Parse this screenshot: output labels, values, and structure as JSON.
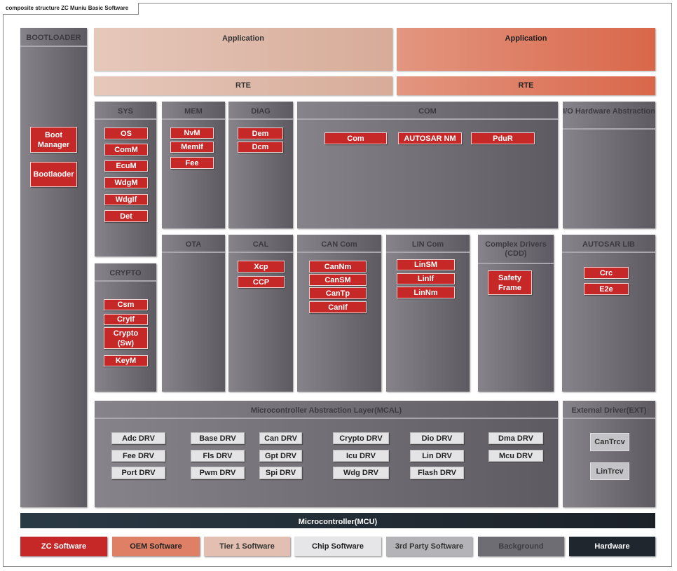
{
  "title": "composite structure ZC Muniu Basic Software",
  "bootloader": {
    "title": "BOOTLOADER",
    "items": [
      "Boot Manager",
      "Bootlaoder"
    ]
  },
  "application": {
    "tier1": "Application",
    "oem": "Application"
  },
  "rte": {
    "tier1": "RTE",
    "oem": "RTE"
  },
  "sys": {
    "title": "SYS",
    "items": [
      "OS",
      "ComM",
      "EcuM",
      "WdgM",
      "WdgIf",
      "Det"
    ]
  },
  "mem": {
    "title": "MEM",
    "items": [
      "NvM",
      "MemIf",
      "Fee"
    ]
  },
  "diag": {
    "title": "DIAG",
    "items": [
      "Dem",
      "Dcm"
    ]
  },
  "com": {
    "title": "COM",
    "items": [
      "Com",
      "AUTOSAR NM",
      "PduR"
    ]
  },
  "io_hw": {
    "title": "I/O Hardware Abstraction"
  },
  "crypto": {
    "title": "CRYPTO",
    "items": [
      "Csm",
      "CryIf",
      "Crypto (Sw)",
      "KeyM"
    ]
  },
  "ota": {
    "title": "OTA"
  },
  "cal": {
    "title": "CAL",
    "items": [
      "Xcp",
      "CCP"
    ]
  },
  "can_com": {
    "title": "CAN Com",
    "items": [
      "CanNm",
      "CanSM",
      "CanTp",
      "CanIf"
    ]
  },
  "lin_com": {
    "title": "LIN Com",
    "items": [
      "LinSM",
      "LinIf",
      "LinNm"
    ]
  },
  "cdd": {
    "title": "Complex Drivers (CDD)",
    "items": [
      "Safety Frame"
    ]
  },
  "autosar_lib": {
    "title": "AUTOSAR LIB",
    "items": [
      "Crc",
      "E2e"
    ]
  },
  "mcal": {
    "title": "Microcontroller Abstraction Layer(MCAL)",
    "drivers": [
      [
        "Adc DRV",
        "Fee DRV",
        "Port DRV"
      ],
      [
        "Base DRV",
        "Fls DRV",
        "Pwm DRV"
      ],
      [
        "Can DRV",
        "Gpt DRV",
        "Spi DRV"
      ],
      [
        "Crypto DRV",
        "Icu DRV",
        "Wdg DRV"
      ],
      [
        "Dio DRV",
        "Lin DRV",
        "Flash DRV"
      ],
      [
        "Dma DRV",
        "Mcu DRV"
      ]
    ]
  },
  "ext": {
    "title": "External Driver(EXT)",
    "items": [
      "CanTrcv",
      "LinTrcv"
    ]
  },
  "mcu": "Microcontroller(MCU)",
  "legend": [
    {
      "label": "ZC Software",
      "color": "#c62828"
    },
    {
      "label": "OEM Software",
      "color": "#df8066"
    },
    {
      "label": "Tier 1 Software",
      "color": "#e2bfb0"
    },
    {
      "label": "Chip Software",
      "color": "#e6e6e8"
    },
    {
      "label": "3rd Party Software",
      "color": "#b4b4b8"
    },
    {
      "label": "Background",
      "color": "#6e6d73"
    },
    {
      "label": "Hardware",
      "color": "#1f262e"
    }
  ]
}
